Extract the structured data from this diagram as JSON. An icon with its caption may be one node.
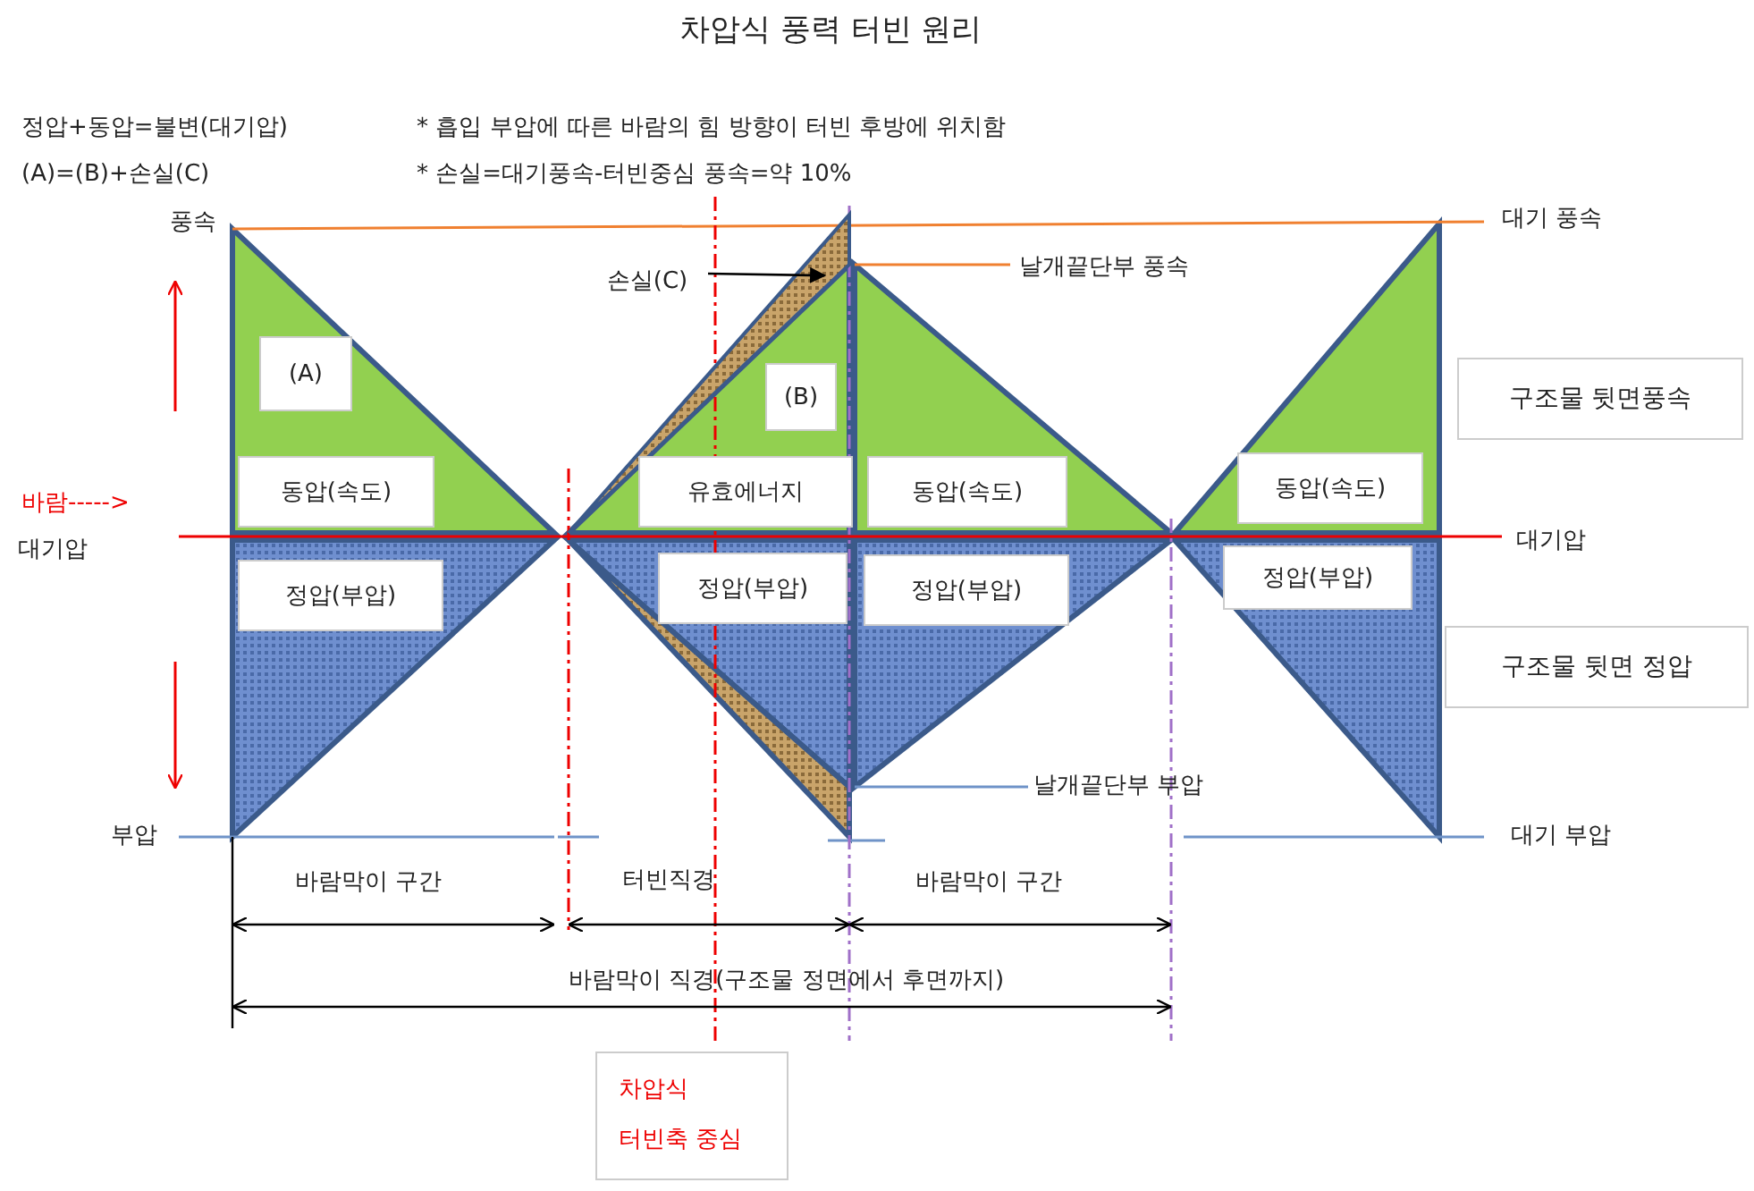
{
  "diagram": {
    "title": "차압식 풍력 터빈 원리",
    "nodes": [
      {
        "text": [
          "손실(C)"
        ]
      },
      {
        "text": [],
        "shape": "triangle"
      },
      {
        "text": [
          "(A)"
        ]
      },
      {
        "text": [
          "(B)"
        ]
      },
      {
        "text": [
          "구조물 뒷면풍속"
        ]
      },
      {
        "text": [
          "동압(속도)"
        ]
      },
      {
        "text": [
          "유효에너지"
        ]
      },
      {
        "text": [
          "동압(속도)"
        ]
      },
      {
        "text": [
          "동압(속도)"
        ]
      },
      {
        "text": [
          "정압(부압)"
        ]
      },
      {
        "text": [
          "정압(부압)"
        ]
      },
      {
        "text": [
          "정압(부압)"
        ]
      },
      {
        "text": [
          "정압(부압)"
        ]
      },
      {
        "text": [
          "구조물 뒷면 정압"
        ]
      },
      {
        "text": [
          "차압식 터빈축 중심"
        ]
      }
    ],
    "edges": [
      {
        "from": 0,
        "to": 1,
        "arrow": "to"
      }
    ],
    "labels": [
      "정압+동압=불변(대기압)",
      "* 흡입 부압에 따른 바람의 힘 방향이 터빈 후방에 위치함",
      "(A)=(B)+손실(C)",
      "* 손실=대기풍속-터빈중심 풍속=약 10%",
      "풍속",
      "대기 풍속",
      "날개끝단부 풍속",
      "바람----->",
      "대기압",
      "대기압",
      "날개끝단부 부압",
      "부압",
      "대기 부압",
      "바람막이 구간",
      "터빈직경",
      "바람막이 구간",
      "바람막이 직경(구조물 정면에서 후면까지)"
    ]
  }
}
